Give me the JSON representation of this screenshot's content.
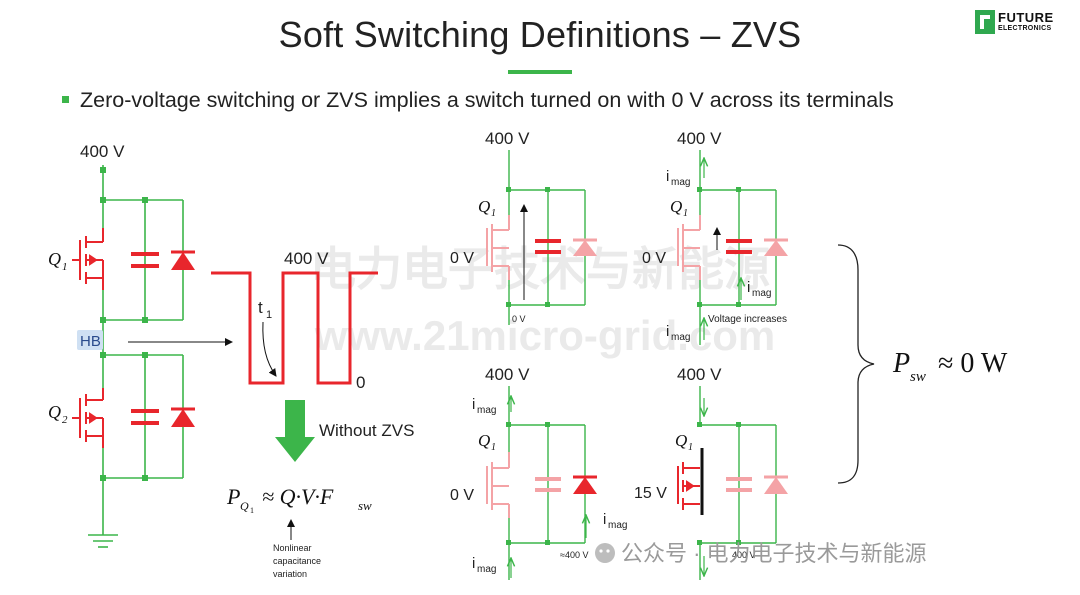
{
  "slide": {
    "title": "Soft Switching Definitions – ZVS",
    "bullet": "Zero-voltage switching or ZVS implies a switch turned on with 0 V across its terminals",
    "logo_line1": "FUTURE",
    "logo_line2": "ELECTRONICS"
  },
  "left_circuit": {
    "supply": "400 V",
    "q1": "Q",
    "q1_sub": "1",
    "q2": "Q",
    "q2_sub": "2",
    "node": "HB"
  },
  "waveform": {
    "high": "400 V",
    "low": "0",
    "t_label": "t",
    "t_sub": "1",
    "arrow_label": "Without ZVS"
  },
  "formula": {
    "lhs": "P",
    "lhs_sub": "Q",
    "lhs_subsub": "1",
    "rhs_main": "≈ Q·V·F",
    "rhs_sub": "sw",
    "note_line1": "Nonlinear",
    "note_line2": "capacitance",
    "note_line3": "variation"
  },
  "panels": {
    "p1": {
      "supply": "400 V",
      "q": "Q",
      "q_sub": "1",
      "vgs": "0 V",
      "node": "0 V"
    },
    "p2": {
      "supply": "400 V",
      "q": "Q",
      "q_sub": "1",
      "vgs": "0 V",
      "imag_top": "i",
      "imag_mid": "i",
      "imag_bot": "i",
      "imag_sub": "mag",
      "note": "Voltage increases"
    },
    "p3": {
      "supply": "400 V",
      "q": "Q",
      "q_sub": "1",
      "vgs": "0 V",
      "imag_top": "i",
      "imag_mid": "i",
      "imag_bot": "i",
      "imag_sub": "mag",
      "node": "≈400 V"
    },
    "p4": {
      "supply": "400 V",
      "q": "Q",
      "q_sub": "1",
      "vgs": "15 V",
      "node": "400 V"
    }
  },
  "result": {
    "p": "P",
    "p_sub": "sw",
    "value": "≈ 0 W"
  },
  "watermarks": {
    "center_cn": "电力电子技术与新能源",
    "center_url": "www.21micro-grid.com",
    "footer": "公众号 · 电力电子技术与新能源"
  },
  "colors": {
    "green": "#3cb54a",
    "red": "#e8262c",
    "pink": "#f4a3a6",
    "title": "#222222"
  }
}
